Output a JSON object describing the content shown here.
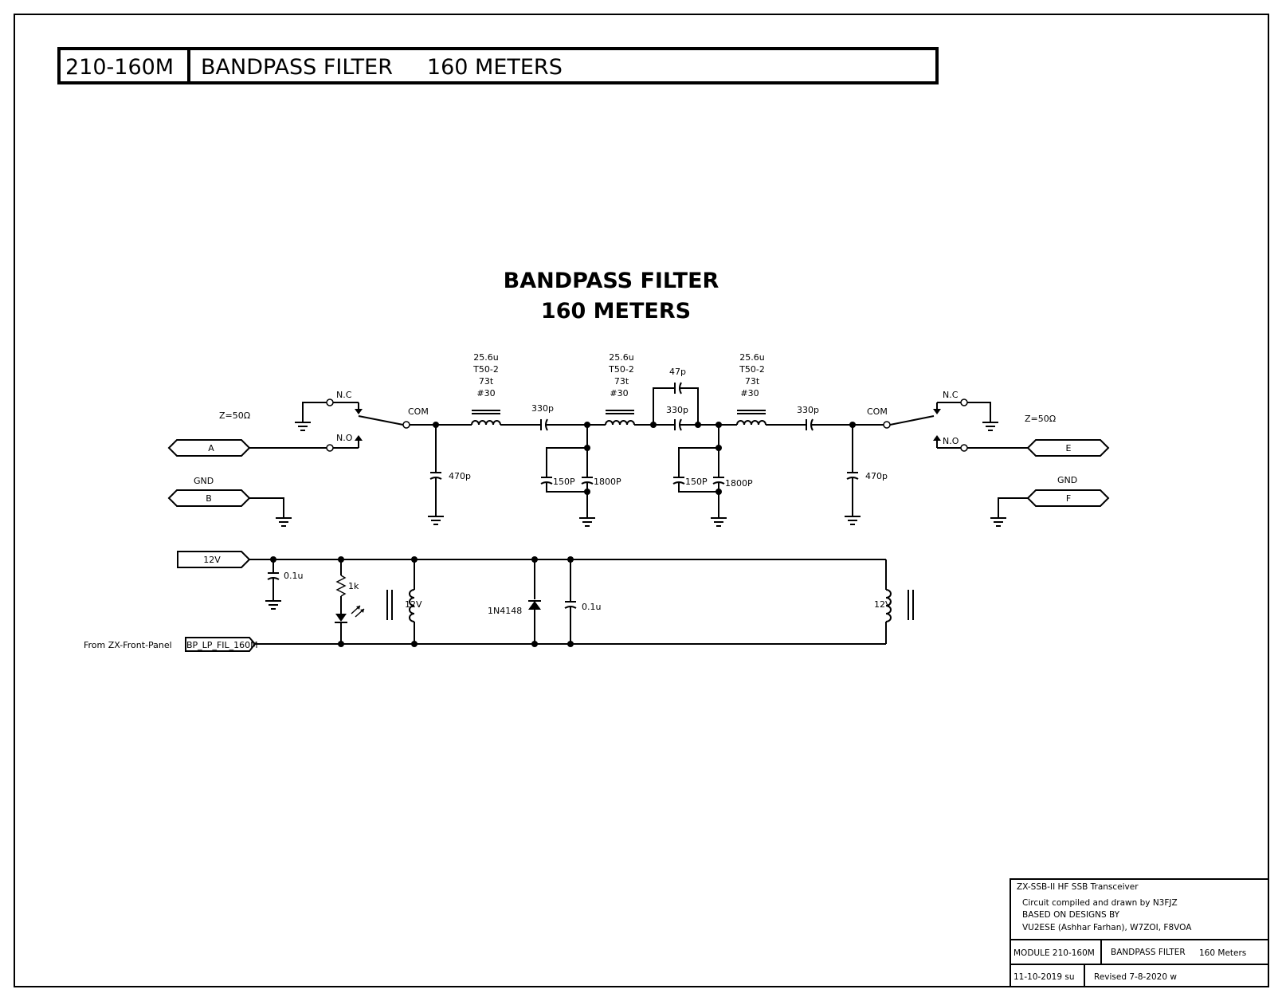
{
  "header": {
    "module": "210-160M",
    "title": "BANDPASS FILTER     160 METERS"
  },
  "diagram_title": {
    "line1": "BANDPASS FILTER",
    "line2": "160 METERS"
  },
  "ports": {
    "a": "A",
    "b": "B",
    "e": "E",
    "f": "F",
    "v12": "12V",
    "bp": "BP_LP_FIL_160M"
  },
  "labels": {
    "z_left": "Z=50Ω",
    "z_right": "Z=50Ω",
    "gnd_left": "GND",
    "gnd_right": "GND",
    "nc": "N.C",
    "no": "N.O",
    "com": "COM",
    "ind_value": "25.6u",
    "ind_core": "T50-2",
    "ind_turns": "73t",
    "ind_wire": "#30",
    "c330": "330p",
    "c47": "47p",
    "c470": "470p",
    "c150": "150P",
    "c1800": "1800P",
    "c01": "0.1u",
    "r1k": "1k",
    "diode": "1N4148",
    "relay": "12V",
    "from": "From ZX-Front-Panel"
  },
  "title_block": {
    "project": "ZX-SSB-II  HF SSB Transceiver",
    "compiled": "Circuit compiled and drawn by N3FJZ",
    "based": "BASED ON DESIGNS BY",
    "designers": "VU2ESE (Ashhar Farhan), W7ZOI, F8VOA",
    "module": "MODULE 210-160M",
    "name": "BANDPASS FILTER",
    "band": "160 Meters",
    "date": "11-10-2019 su",
    "revised": "Revised   7-8-2020 w"
  }
}
